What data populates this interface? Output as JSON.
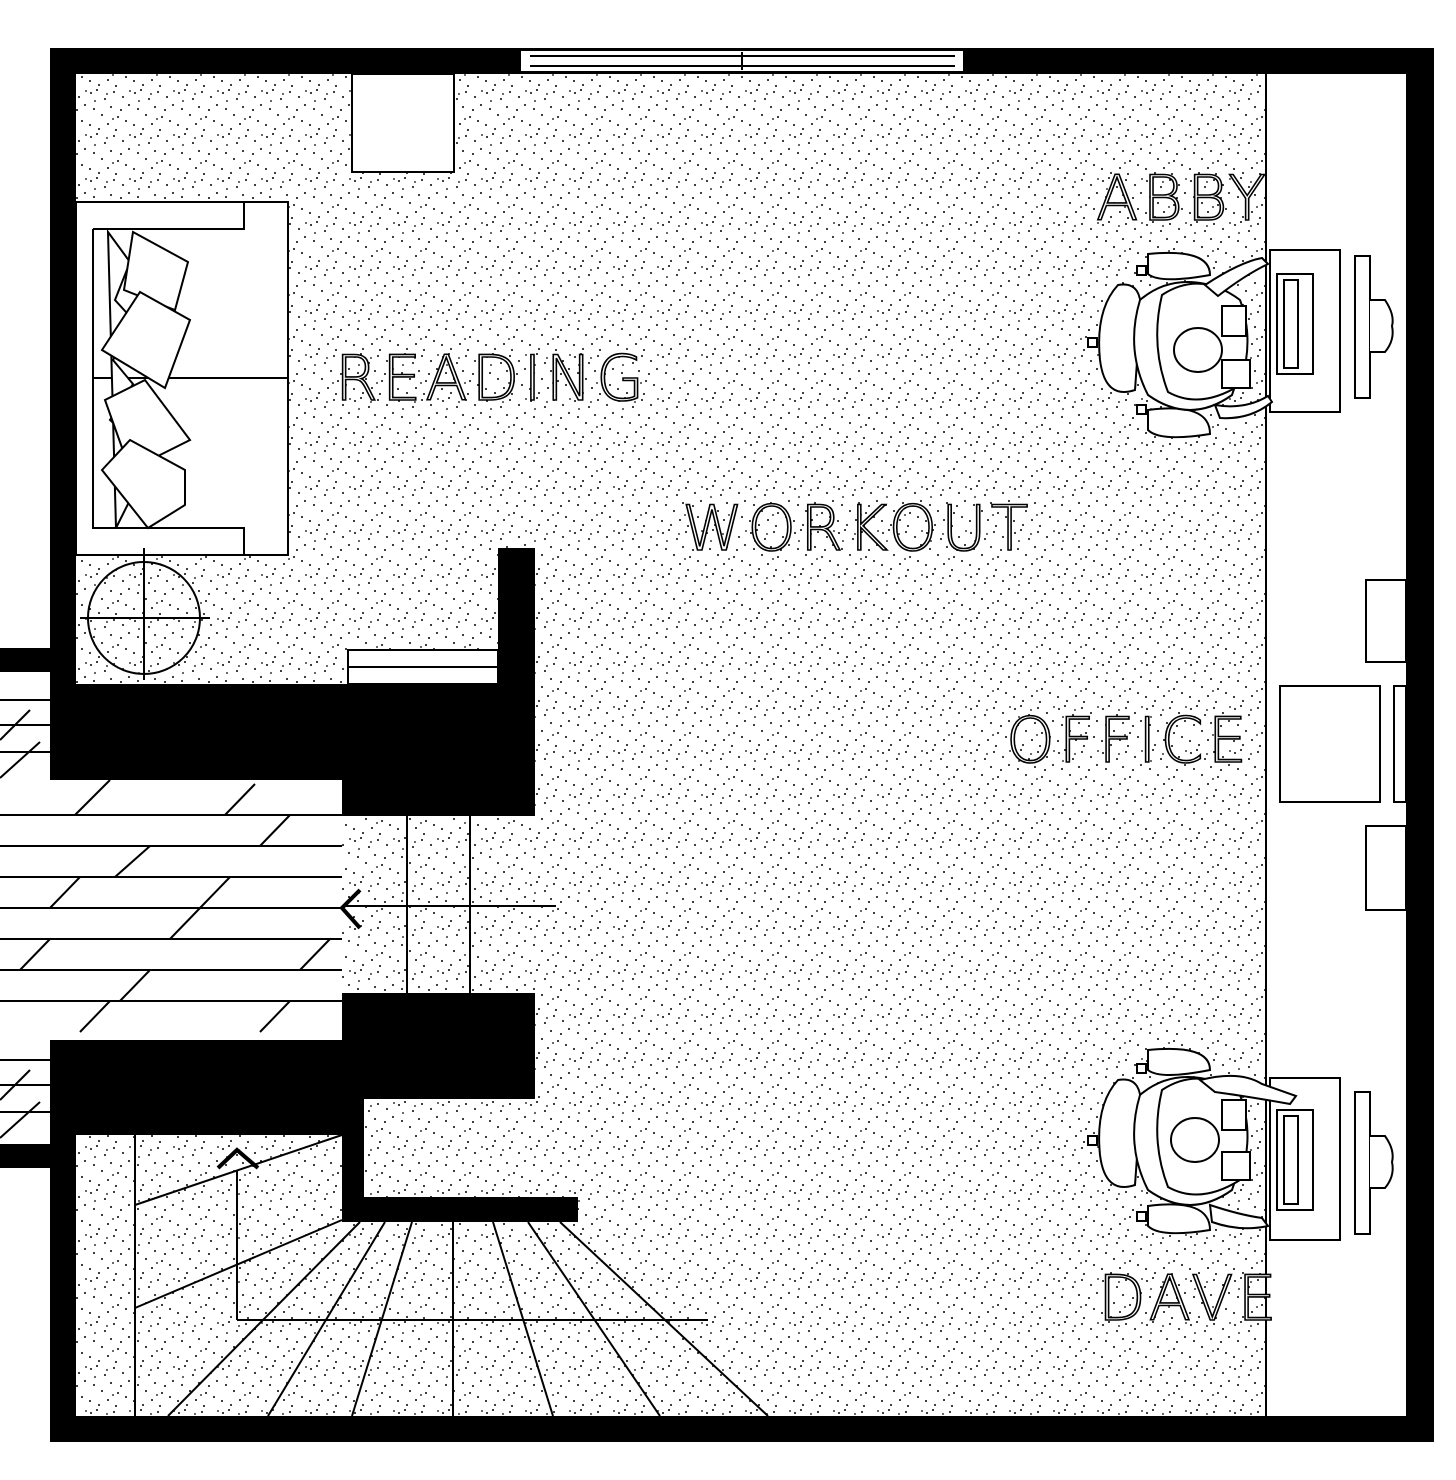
{
  "labels": {
    "reading": "READING",
    "workout": "WORKOUT",
    "office": "OFFICE",
    "abby": "ABBY",
    "dave": "DAVE"
  },
  "colors": {
    "wall": "#000000",
    "floor_speckle": "#000000",
    "background": "#ffffff"
  },
  "icons": {
    "stair_arrow_left": "chevron-left",
    "stair_arrow_up": "chevron-up"
  }
}
